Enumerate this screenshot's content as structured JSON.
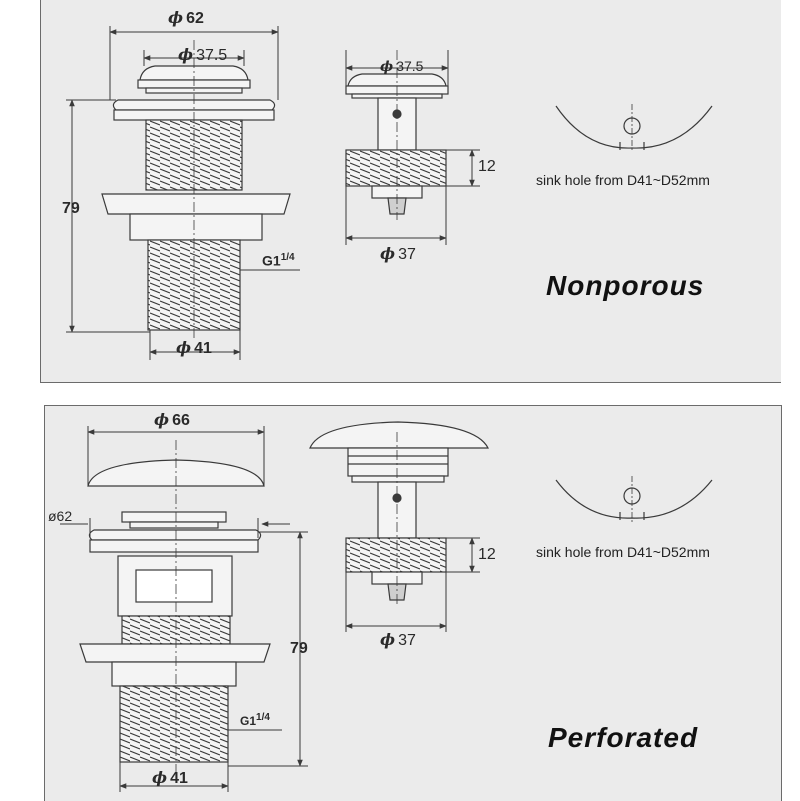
{
  "top": {
    "caption": "Nonporous",
    "dims": {
      "outer_phi": "62",
      "cap_phi": "37.5",
      "height": "79",
      "thread": "G1",
      "thread_frac": "1/4",
      "bottom_phi": "41",
      "insert_cap_phi": "37.5",
      "insert_h": "12",
      "insert_phi": "37"
    },
    "note": "sink hole from D41~D52mm"
  },
  "bottom": {
    "caption": "Perforated",
    "dims": {
      "cap_phi": "66",
      "flange_phi": "ø62",
      "height": "79",
      "thread": "G1",
      "thread_frac": "1/4",
      "bottom_phi": "41",
      "insert_h": "12",
      "insert_phi": "37"
    },
    "note": "sink hole from D41~D52mm"
  },
  "colors": {
    "background": "#ebebeb",
    "line": "#3a3a3a",
    "frame": "#6b6b6b"
  }
}
